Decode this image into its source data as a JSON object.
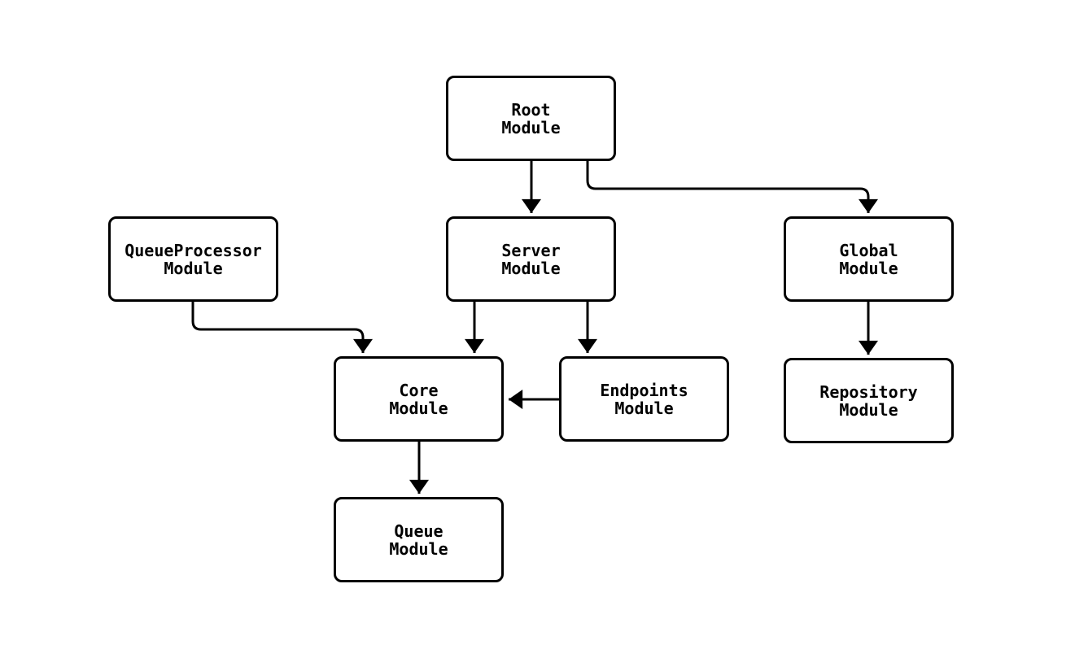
{
  "diagram": {
    "type": "module-dependency-graph",
    "colors": {
      "bg": "#ffffff",
      "node_fill": "#ffffff",
      "node_border": "#000000",
      "text": "#000000",
      "arrow": "#000000"
    },
    "nodes": [
      {
        "id": "root",
        "line1": "Root",
        "line2": "Module"
      },
      {
        "id": "queueprocessor",
        "line1": "QueueProcessor",
        "line2": "Module"
      },
      {
        "id": "server",
        "line1": "Server",
        "line2": "Module"
      },
      {
        "id": "global",
        "line1": "Global",
        "line2": "Module"
      },
      {
        "id": "core",
        "line1": "Core",
        "line2": "Module"
      },
      {
        "id": "endpoints",
        "line1": "Endpoints",
        "line2": "Module"
      },
      {
        "id": "repository",
        "line1": "Repository",
        "line2": "Module"
      },
      {
        "id": "queue",
        "line1": "Queue",
        "line2": "Module"
      }
    ],
    "edges": [
      {
        "from": "Root Module",
        "to": "Server Module"
      },
      {
        "from": "Root Module",
        "to": "Global Module"
      },
      {
        "from": "QueueProcessor Module",
        "to": "Core Module"
      },
      {
        "from": "Server Module",
        "to": "Core Module"
      },
      {
        "from": "Server Module",
        "to": "Endpoints Module"
      },
      {
        "from": "Endpoints Module",
        "to": "Core Module"
      },
      {
        "from": "Global Module",
        "to": "Repository Module"
      },
      {
        "from": "Core Module",
        "to": "Queue Module"
      }
    ]
  }
}
